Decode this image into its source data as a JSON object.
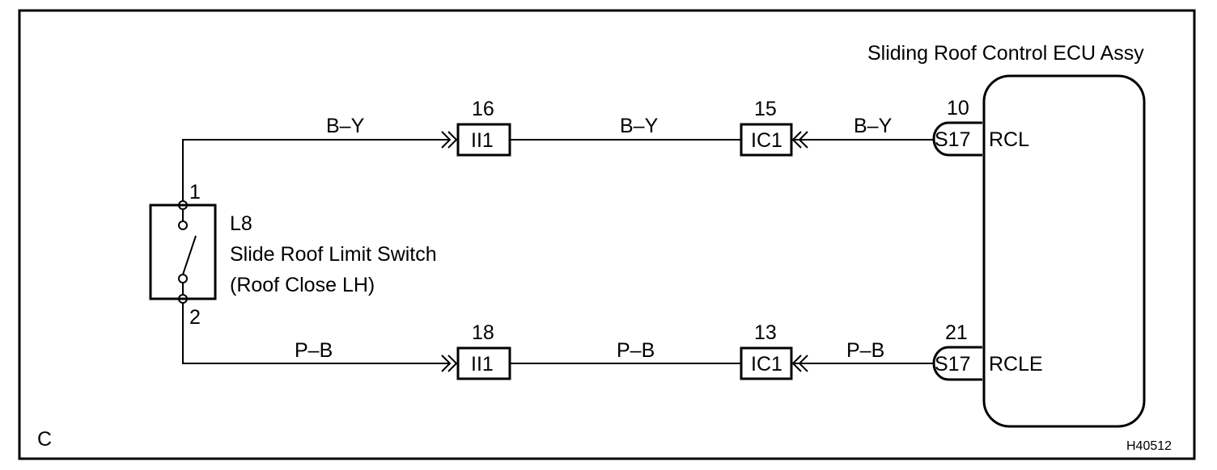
{
  "frame": {
    "corner_label": "C",
    "figure_id": "H40512"
  },
  "ecu": {
    "title": "Sliding Roof Control ECU Assy",
    "pins": [
      {
        "connector": "S17",
        "pin_number": "10",
        "terminal": "RCL"
      },
      {
        "connector": "S17",
        "pin_number": "21",
        "terminal": "RCLE"
      }
    ]
  },
  "switch": {
    "code": "L8",
    "name": "Slide Roof Limit Switch",
    "subname": "(Roof Close LH)",
    "pin_top": "1",
    "pin_bottom": "2"
  },
  "wires": [
    {
      "name": "upper",
      "segments": [
        "B–Y",
        "B–Y",
        "B–Y"
      ],
      "connectors": [
        {
          "label": "II1",
          "pin": "16"
        },
        {
          "label": "IC1",
          "pin": "15"
        }
      ]
    },
    {
      "name": "lower",
      "segments": [
        "P–B",
        "P–B",
        "P–B"
      ],
      "connectors": [
        {
          "label": "II1",
          "pin": "18"
        },
        {
          "label": "IC1",
          "pin": "13"
        }
      ]
    }
  ]
}
